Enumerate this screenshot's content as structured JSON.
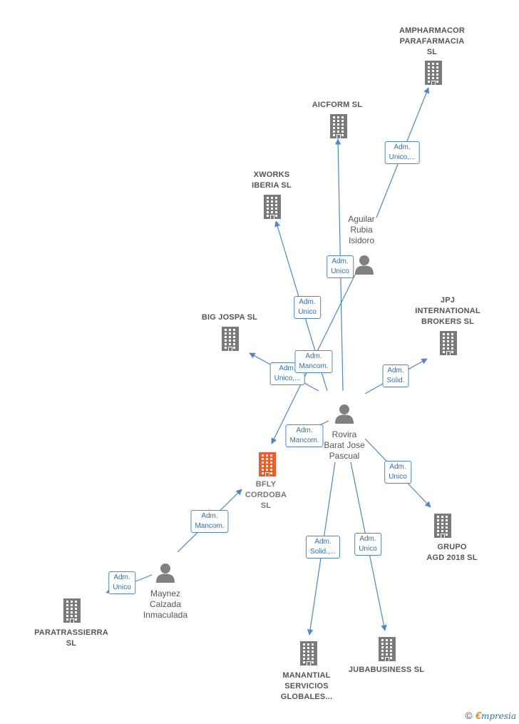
{
  "colors": {
    "edge": "#4a86d4",
    "building": "#7a7a7a",
    "main_building": "#f05a28",
    "person": "#808080"
  },
  "nodes": [
    {
      "id": "ampharmacor",
      "type": "company",
      "label": "AMPHARMACOR\nPARAFARMACIA\nSL",
      "icon": "building-icon"
    },
    {
      "id": "aicform",
      "type": "company",
      "label": "AICFORM  SL",
      "icon": "building-icon"
    },
    {
      "id": "xworks",
      "type": "company",
      "label": "XWORKS\nIBERIA  SL",
      "icon": "building-icon"
    },
    {
      "id": "aguilar",
      "type": "person",
      "label": "Aguilar\nRubia\nIsidoro",
      "icon": "person-icon"
    },
    {
      "id": "bigjospa",
      "type": "company",
      "label": "BIG JOSPA  SL",
      "icon": "building-icon"
    },
    {
      "id": "jpj",
      "type": "company",
      "label": "JPJ\nINTERNATIONAL\nBROKERS  SL",
      "icon": "building-icon"
    },
    {
      "id": "rovira",
      "type": "person",
      "label": "Rovira\nBarat Jose\nPascual",
      "icon": "person-icon"
    },
    {
      "id": "bfly",
      "type": "main",
      "label": "BFLY\nCORDOBA\nSL",
      "icon": "building-icon"
    },
    {
      "id": "grupo",
      "type": "company",
      "label": "GRUPO\nAGD 2018  SL",
      "icon": "building-icon"
    },
    {
      "id": "maynez",
      "type": "person",
      "label": "Maynez\nCalzada\nInmaculada",
      "icon": "person-icon"
    },
    {
      "id": "paratrassierra",
      "type": "company",
      "label": "PARATRASSIERRA\nSL",
      "icon": "building-icon"
    },
    {
      "id": "manantial",
      "type": "company",
      "label": "MANANTIAL\nSERVICIOS\nGLOBALES...",
      "icon": "building-icon"
    },
    {
      "id": "jubabusiness",
      "type": "company",
      "label": "JUBABUSINESS SL",
      "icon": "building-icon"
    }
  ],
  "edges": [
    {
      "from": "aguilar",
      "to": "ampharmacor",
      "label": "Adm.\nUnico,..."
    },
    {
      "from": "rovira",
      "to": "aicform",
      "label": "Adm.\nUnico"
    },
    {
      "from": "rovira",
      "to": "xworks",
      "label": "Adm.\nUnico"
    },
    {
      "from": "rovira",
      "to": "bigjospa",
      "label": "Adm.\nUnico,..."
    },
    {
      "from": "aguilar",
      "to": "bfly",
      "label": "Adm.\nMancom."
    },
    {
      "from": "rovira",
      "to": "jpj",
      "label": "Adm.\nSolid."
    },
    {
      "from": "rovira",
      "to": "bfly",
      "label": "Adm.\nMancom."
    },
    {
      "from": "rovira",
      "to": "grupo",
      "label": "Adm.\nUnico"
    },
    {
      "from": "rovira",
      "to": "manantial",
      "label": "Adm.\nSolid.,..."
    },
    {
      "from": "rovira",
      "to": "jubabusiness",
      "label": "Adm.\nUnico"
    },
    {
      "from": "maynez",
      "to": "bfly",
      "label": "Adm.\nMancom."
    },
    {
      "from": "maynez",
      "to": "paratrassierra",
      "label": "Adm.\nUnico"
    }
  ],
  "brand": {
    "copyright": "©",
    "initial": "€",
    "name": "mpresia"
  }
}
